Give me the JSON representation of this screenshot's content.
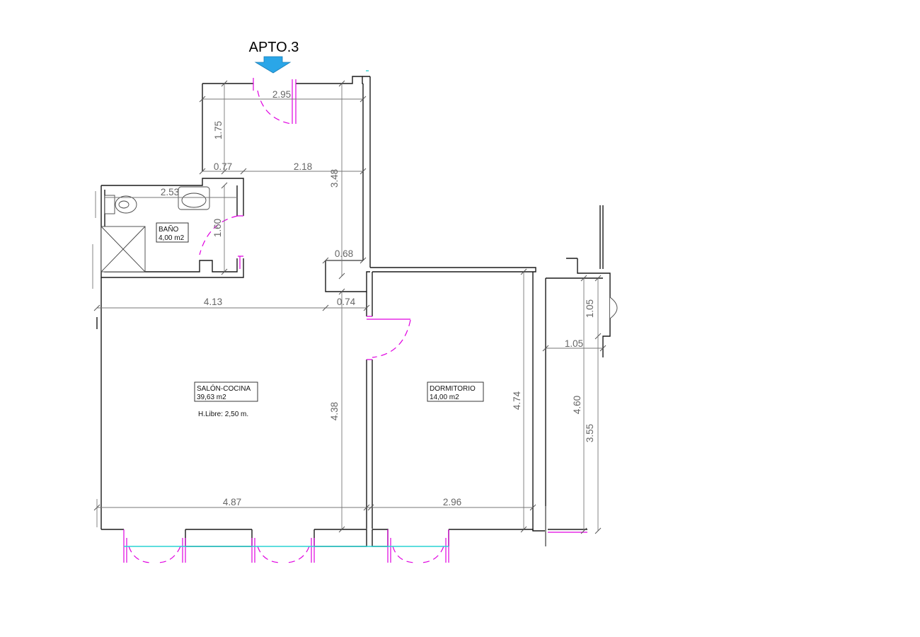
{
  "title": "APTO.3",
  "colors": {
    "wall": "#1a1a1a",
    "dimension": "#777777",
    "door": "#e000e0",
    "glass": "#29d4d4",
    "entry_arrow": "#2aa6e8"
  },
  "rooms": {
    "bano": {
      "name": "BAÑO",
      "area": "4,00 m2"
    },
    "salon": {
      "name": "SALÓN-COCINA",
      "area": "39,63 m2"
    },
    "dormitorio": {
      "name": "DORMITORIO",
      "area": "14,00 m2"
    }
  },
  "height_note": "H.Libre: 2,50 m.",
  "dimensions": {
    "entry_width": "2.95",
    "entry_depth": "1.75",
    "corridor_a": "0.77",
    "corridor_b": "2.18",
    "corridor_depth": "3.48",
    "bano_width": "2.53",
    "bano_depth": "1.60",
    "niche_width": "0.68",
    "salon_width_top": "4.13",
    "passage_width": "0.74",
    "salon_depth": "4.38",
    "salon_width_bottom": "4.87",
    "dormitorio_width": "2.96",
    "dormitorio_depth": "4.74",
    "terrace_depth_top": "1.05",
    "terrace_width": "1.05",
    "terrace_depth_total": "4.60",
    "terrace_depth_lower": "3.55"
  }
}
